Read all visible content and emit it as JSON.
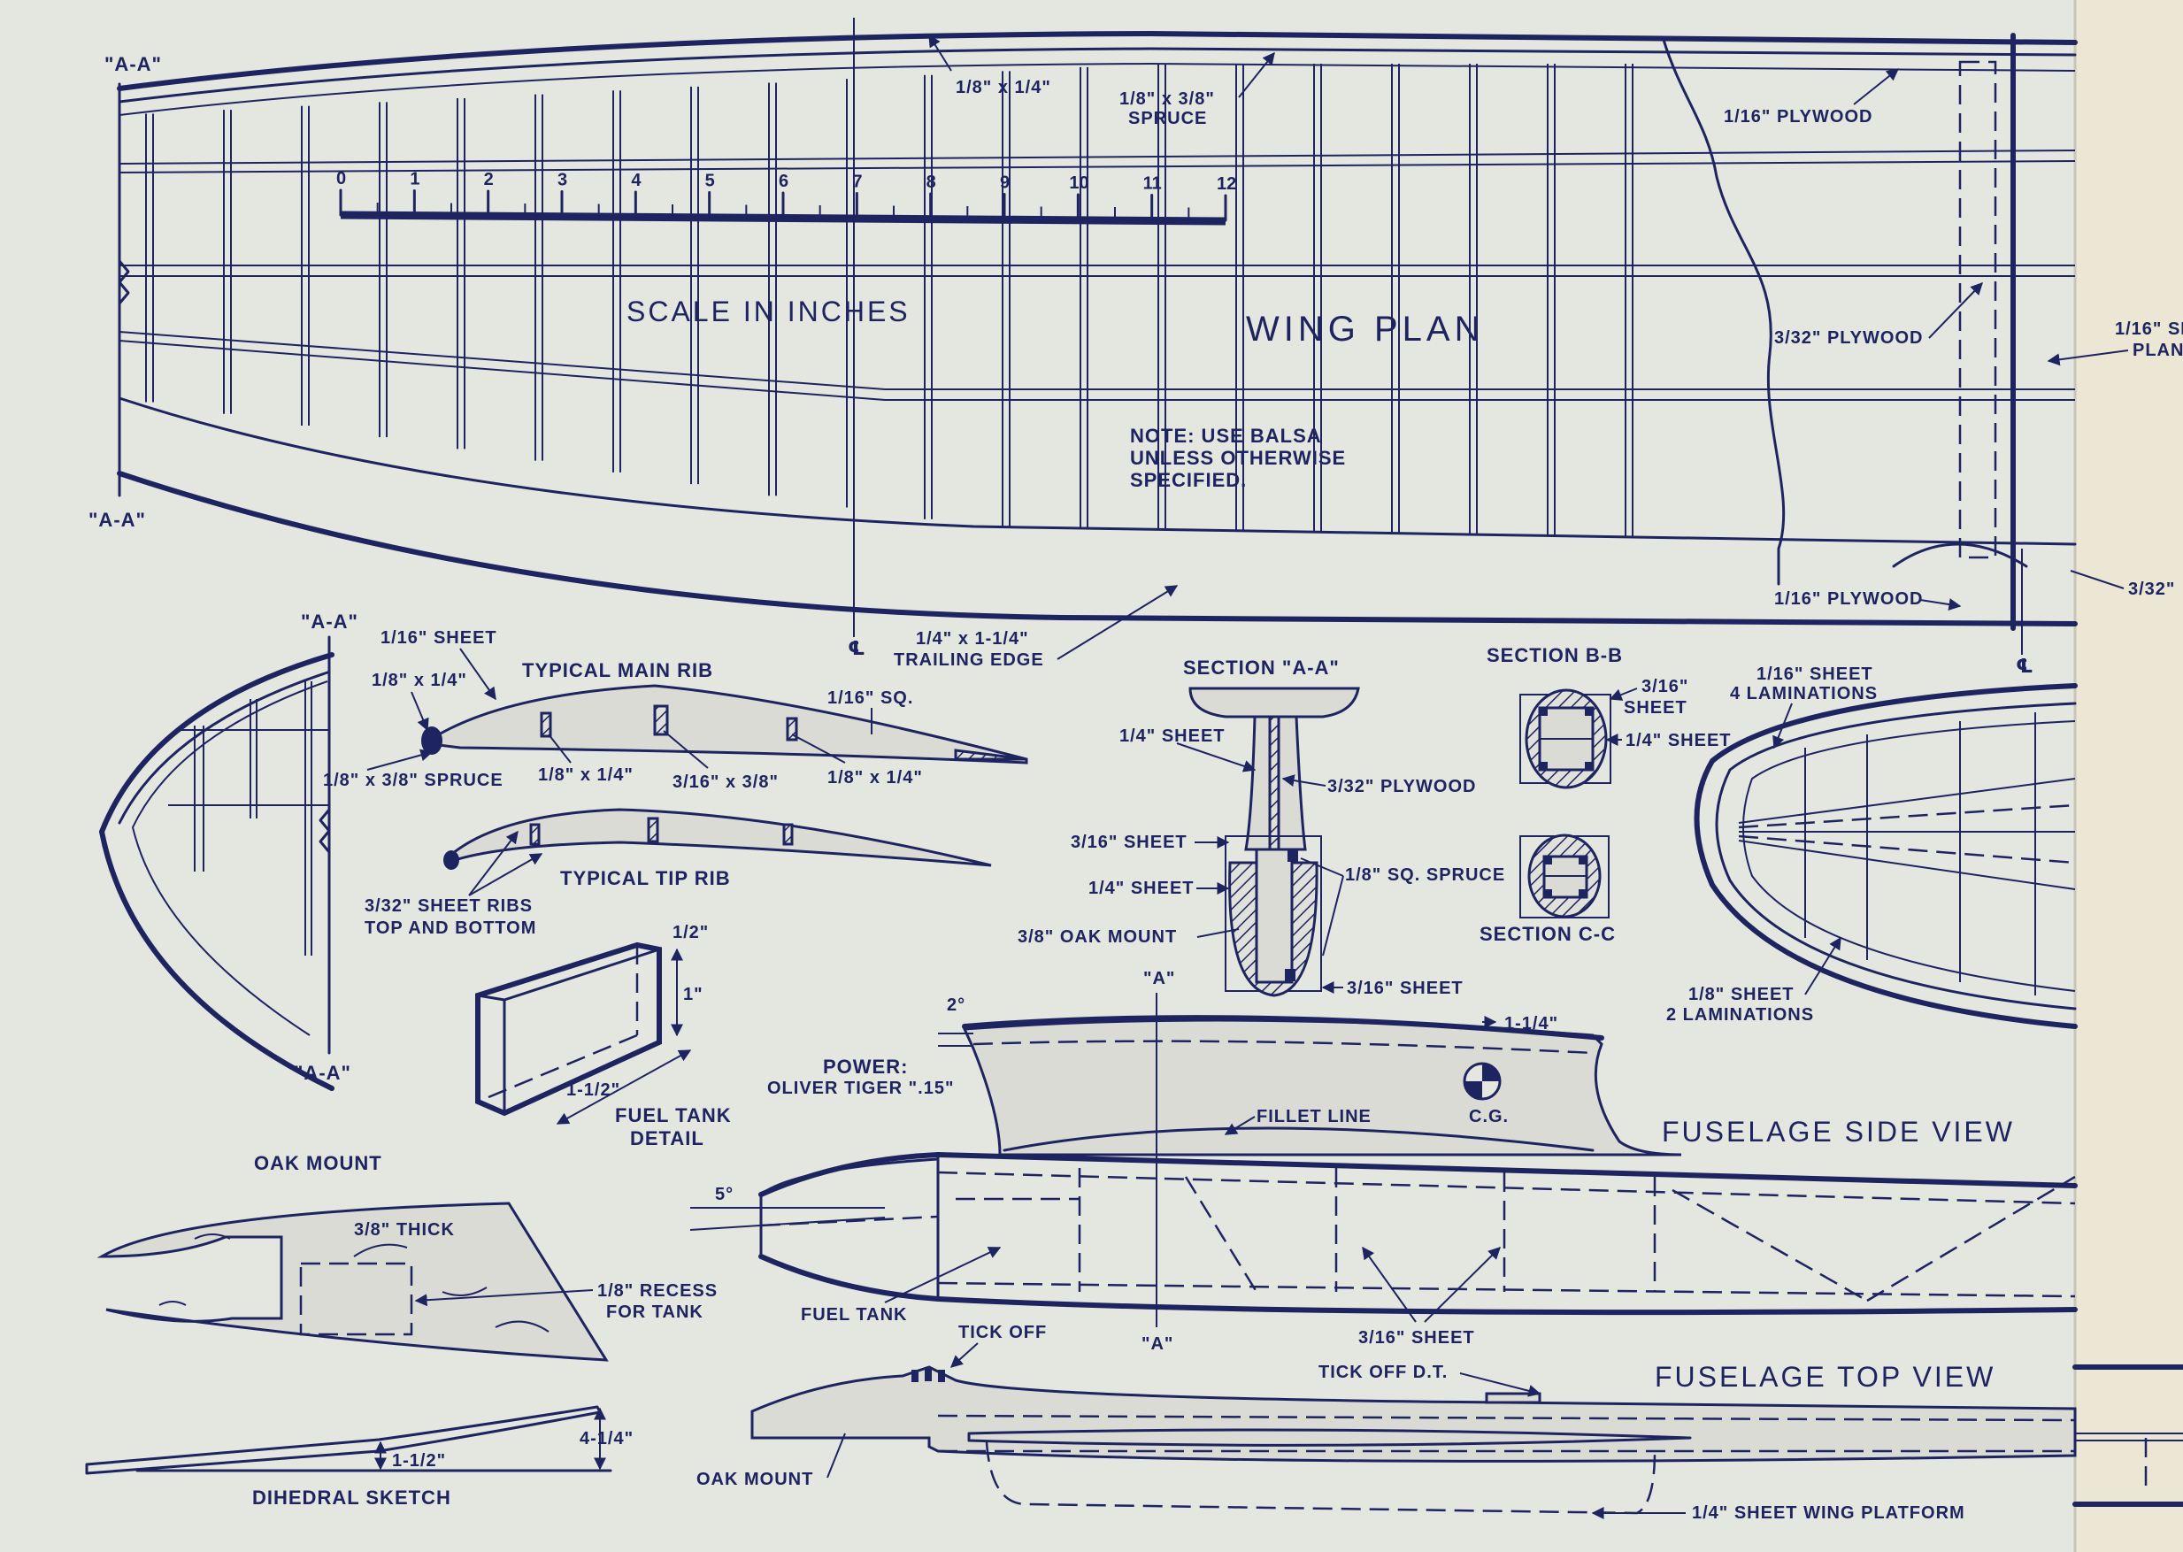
{
  "colors": {
    "paper": "#e4e6e0",
    "paper_fold": "#ece6d4",
    "ink": "#1e2460"
  },
  "wing_plan": {
    "title": "WING PLAN",
    "section_marks": [
      "\"A-A\"",
      "\"A-A\""
    ],
    "labels": {
      "spar_top": "1/8\" x 1/4\"",
      "spruce_dim": "1/8\" x 3/8\"",
      "spruce": "SPRUCE",
      "plywood_116": "1/16\" PLYWOOD",
      "plywood_332": "3/32\" PLYWOOD",
      "plywood_116_lower": "1/16\" PLYWOOD",
      "trailing_edge_dim": "1/4\" x 1-1/4\"",
      "trailing_edge": "TRAILING EDGE",
      "right_sheet_1": "1/16\" SH",
      "right_sheet_2": "PLAN",
      "right_332": "3/32\"",
      "centerline": "℄"
    },
    "note": [
      "NOTE: USE BALSA",
      "UNLESS OTHERWISE",
      "SPECIFIED."
    ]
  },
  "scale": {
    "title": "SCALE IN INCHES",
    "ticks": [
      "0",
      "1",
      "2",
      "3",
      "4",
      "5",
      "6",
      "7",
      "8",
      "9",
      "10",
      "11",
      "12"
    ]
  },
  "wing_tip": {
    "section_marks": [
      "\"A-A\"",
      "\"A-A\""
    ]
  },
  "main_rib": {
    "title": "TYPICAL MAIN RIB",
    "labels": {
      "sheet": "1/16\" SHEET",
      "le_spar": "1/8\" x 1/4\"",
      "le_spruce": "1/8\" x 3/8\" SPRUCE",
      "spar_1": "1/8\" x 1/4\"",
      "spar_2": "3/16\" x 3/8\"",
      "spar_3": "1/8\" x 1/4\"",
      "sq": "1/16\" SQ."
    }
  },
  "tip_rib": {
    "title": "TYPICAL TIP RIB",
    "labels": [
      "3/32\" SHEET RIBS",
      "TOP AND BOTTOM"
    ]
  },
  "section_aa": {
    "title": "SECTION \"A-A\"",
    "labels": {
      "sheet_14": "1/4\" SHEET",
      "plywood": "3/32\" PLYWOOD",
      "sheet_316_top": "3/16\" SHEET",
      "spruce": "1/8\" SQ. SPRUCE",
      "sheet_14_low": "1/4\" SHEET",
      "oak": "3/8\" OAK MOUNT",
      "sheet_316_bot": "3/16\" SHEET"
    }
  },
  "section_bb": {
    "title": "SECTION B-B",
    "labels": [
      "3/16\"",
      "SHEET",
      "1/4\" SHEET"
    ]
  },
  "section_cc": {
    "title": "SECTION C-C"
  },
  "stab": {
    "labels": {
      "lam4_1": "1/16\" SHEET",
      "lam4_2": "4 LAMINATIONS",
      "lam2_1": "1/8\" SHEET",
      "lam2_2": "2 LAMINATIONS"
    }
  },
  "fuel_tank": {
    "title": [
      "FUEL TANK",
      "DETAIL"
    ],
    "dims": {
      "depth": "1/2\"",
      "height": "1\"",
      "length": "1-1/2\""
    }
  },
  "oak_mount": {
    "title": "OAK MOUNT",
    "labels": {
      "thick": "3/8\" THICK",
      "recess_1": "1/8\" RECESS",
      "recess_2": "FOR TANK"
    }
  },
  "dihedral": {
    "title": "DIHEDRAL SKETCH",
    "dims": {
      "inner": "1-1/2\"",
      "tip": "4-1/4\""
    }
  },
  "fuselage_side": {
    "title": "FUSELAGE SIDE VIEW",
    "labels": {
      "power_1": "POWER:",
      "power_2": "OLIVER TIGER \".15\"",
      "incidence": "2°",
      "thrust": "5°",
      "section_top": "\"A\"",
      "section_bot": "\"A\"",
      "fin_dim": "1-1/4\"",
      "fillet": "FILLET LINE",
      "cg": "C.G.",
      "fuel_tank": "FUEL TANK",
      "sheet": "3/16\" SHEET"
    }
  },
  "fuselage_top": {
    "title": "FUSELAGE TOP VIEW",
    "labels": {
      "tick_off": "TICK OFF",
      "tick_off_dt": "TICK OFF D.T.",
      "oak_mount": "OAK MOUNT",
      "platform": "1/4\" SHEET WING PLATFORM"
    }
  }
}
